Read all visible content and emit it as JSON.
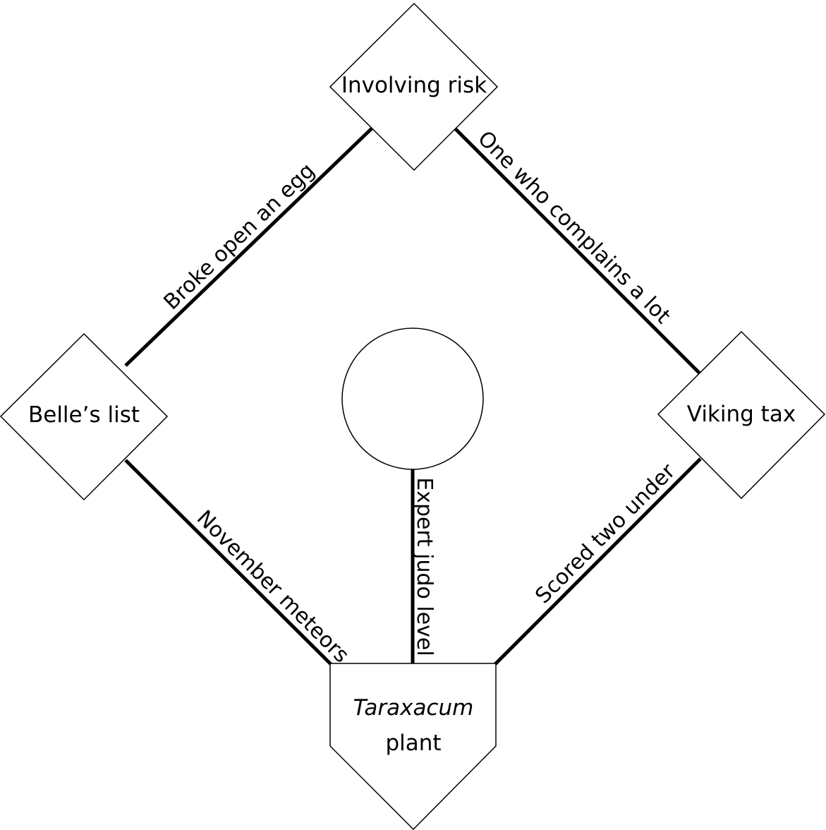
{
  "nodes": {
    "top": "Involving risk",
    "left": "Belle’s list",
    "right": "Viking tax",
    "center": "",
    "home_line1": "Taraxacum",
    "home_line2": "plant"
  },
  "edges": {
    "left_top": "Broke open an egg",
    "top_right": "One who complains a lot",
    "left_home": "November meteors",
    "right_home": "Scored two under",
    "center_home": "Expert judo level"
  }
}
